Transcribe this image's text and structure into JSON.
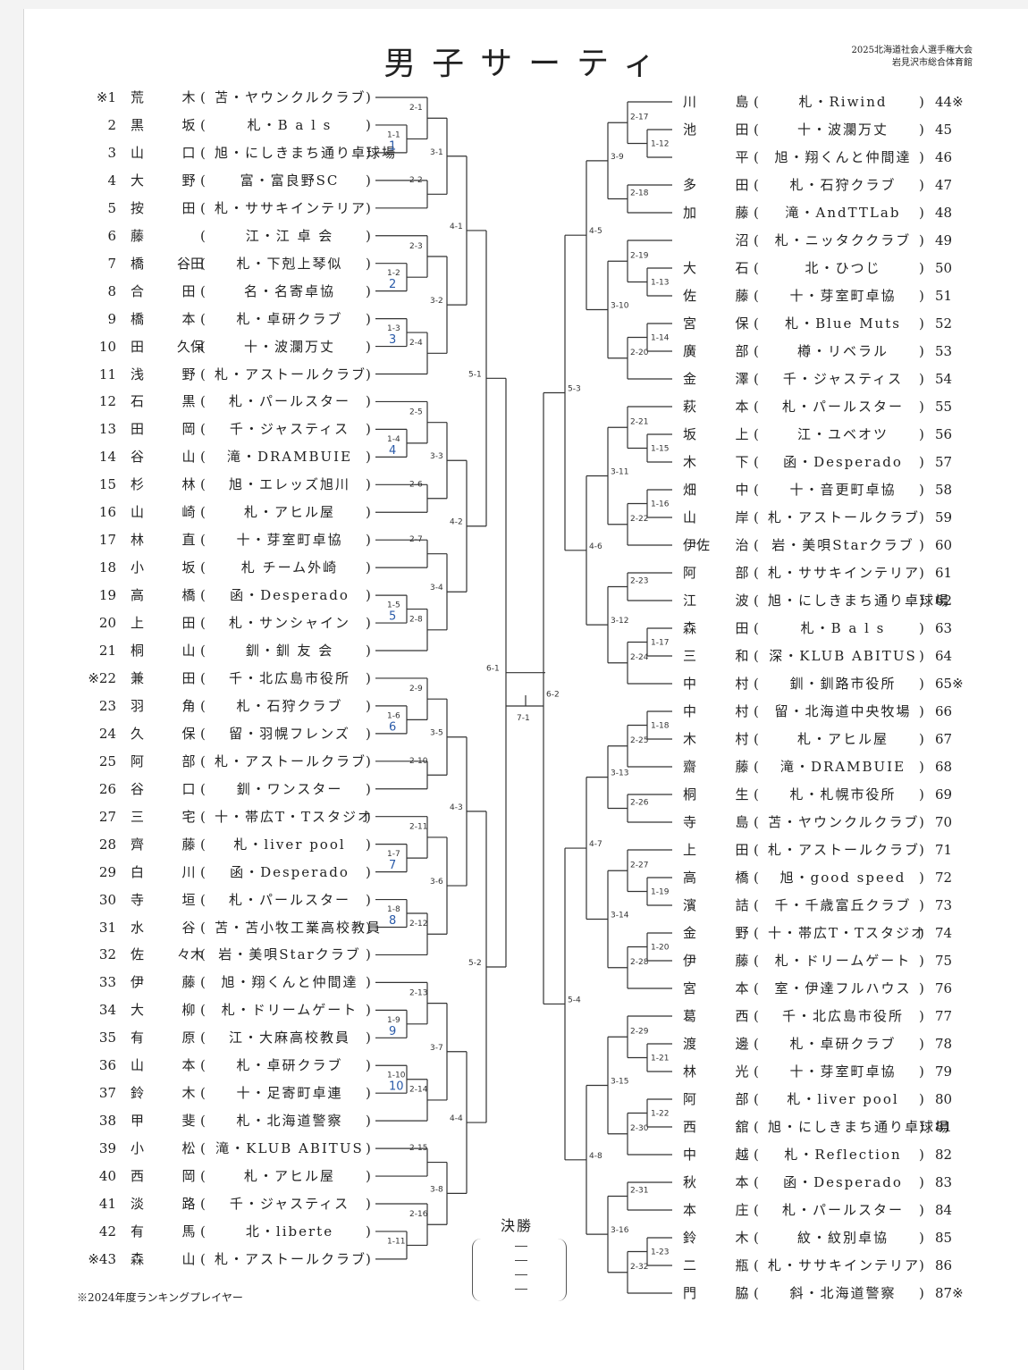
{
  "title": "男子サーティ",
  "event": "2025北海道社会人選手権大会",
  "venue": "岩見沢市総合体育館",
  "final_label": "決勝",
  "footnote": "※2024年度ランキングプレイヤー",
  "left_players": [
    {
      "num": "※1",
      "sur": "荒",
      "giv": "木",
      "aff": "苫・ヤウンクルクラブ"
    },
    {
      "num": "2",
      "sur": "黒",
      "giv": "坂",
      "aff": "札・B a l s"
    },
    {
      "num": "3",
      "sur": "山",
      "giv": "口",
      "aff": "旭・にしきまち通り卓球場"
    },
    {
      "num": "4",
      "sur": "大",
      "giv": "野",
      "aff": "富・富良野SC"
    },
    {
      "num": "5",
      "sur": "按",
      "giv": "田",
      "aff": "札・ササキインテリア"
    },
    {
      "num": "6",
      "sur": "藤",
      "giv": "",
      "aff": "江・江 卓 会"
    },
    {
      "num": "7",
      "sur": "橋",
      "giv": "谷田",
      "aff": "札・下剋上琴似"
    },
    {
      "num": "8",
      "sur": "合",
      "giv": "田",
      "aff": "名・名寄卓協"
    },
    {
      "num": "9",
      "sur": "橋",
      "giv": "本",
      "aff": "札・卓研クラブ"
    },
    {
      "num": "10",
      "sur": "田",
      "giv": "久保",
      "aff": "十・波瀾万丈"
    },
    {
      "num": "11",
      "sur": "浅",
      "giv": "野",
      "aff": "札・アストールクラブ"
    },
    {
      "num": "12",
      "sur": "石",
      "giv": "黒",
      "aff": "札・パールスター"
    },
    {
      "num": "13",
      "sur": "田",
      "giv": "岡",
      "aff": "千・ジャスティス"
    },
    {
      "num": "14",
      "sur": "谷",
      "giv": "山",
      "aff": "滝・DRAMBUIE"
    },
    {
      "num": "15",
      "sur": "杉",
      "giv": "林",
      "aff": "旭・エレッズ旭川"
    },
    {
      "num": "16",
      "sur": "山",
      "giv": "崎",
      "aff": "札・アヒル屋"
    },
    {
      "num": "17",
      "sur": "林",
      "giv": "直",
      "aff": "十・芽室町卓協"
    },
    {
      "num": "18",
      "sur": "小",
      "giv": "坂",
      "aff": "札 チーム外崎"
    },
    {
      "num": "19",
      "sur": "高",
      "giv": "橋",
      "aff": "函・Desperado"
    },
    {
      "num": "20",
      "sur": "上",
      "giv": "田",
      "aff": "札・サンシャイン"
    },
    {
      "num": "21",
      "sur": "桐",
      "giv": "山",
      "aff": "釧・釧 友 会"
    },
    {
      "num": "※22",
      "sur": "兼",
      "giv": "田",
      "aff": "千・北広島市役所"
    },
    {
      "num": "23",
      "sur": "羽",
      "giv": "角",
      "aff": "札・石狩クラブ"
    },
    {
      "num": "24",
      "sur": "久",
      "giv": "保",
      "aff": "留・羽幌フレンズ"
    },
    {
      "num": "25",
      "sur": "阿",
      "giv": "部",
      "aff": "札・アストールクラブ"
    },
    {
      "num": "26",
      "sur": "谷",
      "giv": "口",
      "aff": "釧・ワンスター"
    },
    {
      "num": "27",
      "sur": "三",
      "giv": "宅",
      "aff": "十・帯広T・Tスタジオ"
    },
    {
      "num": "28",
      "sur": "齊",
      "giv": "藤",
      "aff": "札・liver pool"
    },
    {
      "num": "29",
      "sur": "白",
      "giv": "川",
      "aff": "函・Desperado"
    },
    {
      "num": "30",
      "sur": "寺",
      "giv": "垣",
      "aff": "札・パールスター"
    },
    {
      "num": "31",
      "sur": "水",
      "giv": "谷",
      "aff": "苫・苫小牧工業高校教員"
    },
    {
      "num": "32",
      "sur": "佐",
      "giv": "々木",
      "aff": "岩・美唄Starクラブ"
    },
    {
      "num": "33",
      "sur": "伊",
      "giv": "藤",
      "aff": "旭・翔くんと仲間達"
    },
    {
      "num": "34",
      "sur": "大",
      "giv": "柳",
      "aff": "札・ドリームゲート"
    },
    {
      "num": "35",
      "sur": "有",
      "giv": "原",
      "aff": "江・大麻高校教員"
    },
    {
      "num": "36",
      "sur": "山",
      "giv": "本",
      "aff": "札・卓研クラブ"
    },
    {
      "num": "37",
      "sur": "鈴",
      "giv": "木",
      "aff": "十・足寄町卓連"
    },
    {
      "num": "38",
      "sur": "甲",
      "giv": "斐",
      "aff": "札・北海道警察"
    },
    {
      "num": "39",
      "sur": "小",
      "giv": "松",
      "aff": "滝・KLUB ABITUS"
    },
    {
      "num": "40",
      "sur": "西",
      "giv": "岡",
      "aff": "札・アヒル屋"
    },
    {
      "num": "41",
      "sur": "淡",
      "giv": "路",
      "aff": "千・ジャスティス"
    },
    {
      "num": "42",
      "sur": "有",
      "giv": "馬",
      "aff": "北・liberte"
    },
    {
      "num": "※43",
      "sur": "森",
      "giv": "山",
      "aff": "札・アストールクラブ"
    }
  ],
  "right_players": [
    {
      "num": "44※",
      "sur": "川",
      "giv": "島",
      "aff": "札・Riwind"
    },
    {
      "num": "45",
      "sur": "池",
      "giv": "田",
      "aff": "十・波瀾万丈"
    },
    {
      "num": "46",
      "sur": "",
      "giv": "平",
      "aff": "旭・翔くんと仲間達"
    },
    {
      "num": "47",
      "sur": "多",
      "giv": "田",
      "aff": "札・石狩クラブ"
    },
    {
      "num": "48",
      "sur": "加",
      "giv": "藤",
      "aff": "滝・AndTTLab"
    },
    {
      "num": "49",
      "sur": "",
      "giv": "沼",
      "aff": "札・ニッタククラブ"
    },
    {
      "num": "50",
      "sur": "大",
      "giv": "石",
      "aff": "北・ひつじ"
    },
    {
      "num": "51",
      "sur": "佐",
      "giv": "藤",
      "aff": "十・芽室町卓協"
    },
    {
      "num": "52",
      "sur": "宮",
      "giv": "保",
      "aff": "札・Blue Muts"
    },
    {
      "num": "53",
      "sur": "廣",
      "giv": "部",
      "aff": "樽・リベラル"
    },
    {
      "num": "54",
      "sur": "金",
      "giv": "澤",
      "aff": "千・ジャスティス"
    },
    {
      "num": "55",
      "sur": "萩",
      "giv": "本",
      "aff": "札・パールスター"
    },
    {
      "num": "56",
      "sur": "坂",
      "giv": "上",
      "aff": "江・ユベオツ"
    },
    {
      "num": "57",
      "sur": "木",
      "giv": "下",
      "aff": "函・Desperado"
    },
    {
      "num": "58",
      "sur": "畑",
      "giv": "中",
      "aff": "十・音更町卓協"
    },
    {
      "num": "59",
      "sur": "山",
      "giv": "岸",
      "aff": "札・アストールクラブ"
    },
    {
      "num": "60",
      "sur": "伊佐",
      "giv": "治",
      "aff": "岩・美唄Starクラブ"
    },
    {
      "num": "61",
      "sur": "阿",
      "giv": "部",
      "aff": "札・ササキインテリア"
    },
    {
      "num": "62",
      "sur": "江",
      "giv": "波",
      "aff": "旭・にしきまち通り卓球場"
    },
    {
      "num": "63",
      "sur": "森",
      "giv": "田",
      "aff": "札・B a l s"
    },
    {
      "num": "64",
      "sur": "三",
      "giv": "和",
      "aff": "深・KLUB ABITUS"
    },
    {
      "num": "65※",
      "sur": "中",
      "giv": "村",
      "aff": "釧・釧路市役所"
    },
    {
      "num": "66",
      "sur": "中",
      "giv": "村",
      "aff": "留・北海道中央牧場"
    },
    {
      "num": "67",
      "sur": "木",
      "giv": "村",
      "aff": "札・アヒル屋"
    },
    {
      "num": "68",
      "sur": "齋",
      "giv": "藤",
      "aff": "滝・DRAMBUIE"
    },
    {
      "num": "69",
      "sur": "桐",
      "giv": "生",
      "aff": "札・札幌市役所"
    },
    {
      "num": "70",
      "sur": "寺",
      "giv": "島",
      "aff": "苫・ヤウンクルクラブ"
    },
    {
      "num": "71",
      "sur": "上",
      "giv": "田",
      "aff": "札・アストールクラブ"
    },
    {
      "num": "72",
      "sur": "高",
      "giv": "橋",
      "aff": "旭・good speed"
    },
    {
      "num": "73",
      "sur": "濱",
      "giv": "詰",
      "aff": "千・千歳富丘クラブ"
    },
    {
      "num": "74",
      "sur": "金",
      "giv": "野",
      "aff": "十・帯広T・Tスタジオ"
    },
    {
      "num": "75",
      "sur": "伊",
      "giv": "藤",
      "aff": "札・ドリームゲート"
    },
    {
      "num": "76",
      "sur": "宮",
      "giv": "本",
      "aff": "室・伊達フルハウス"
    },
    {
      "num": "77",
      "sur": "葛",
      "giv": "西",
      "aff": "千・北広島市役所"
    },
    {
      "num": "78",
      "sur": "渡",
      "giv": "邊",
      "aff": "札・卓研クラブ"
    },
    {
      "num": "79",
      "sur": "林",
      "giv": "光",
      "aff": "十・芽室町卓協"
    },
    {
      "num": "80",
      "sur": "阿",
      "giv": "部",
      "aff": "札・liver pool"
    },
    {
      "num": "81",
      "sur": "西",
      "giv": "舘",
      "aff": "旭・にしきまち通り卓球場"
    },
    {
      "num": "82",
      "sur": "中",
      "giv": "越",
      "aff": "札・Reflection"
    },
    {
      "num": "83",
      "sur": "秋",
      "giv": "本",
      "aff": "函・Desperado"
    },
    {
      "num": "84",
      "sur": "本",
      "giv": "庄",
      "aff": "札・パールスター"
    },
    {
      "num": "85",
      "sur": "鈴",
      "giv": "木",
      "aff": "紋・紋別卓協"
    },
    {
      "num": "86",
      "sur": "二",
      "giv": "瓶",
      "aff": "札・ササキインテリア"
    },
    {
      "num": "87※",
      "sur": "門",
      "giv": "脇",
      "aff": "斜・北海道警察"
    }
  ],
  "blue_numbers": [
    "1",
    "2",
    "3",
    "4",
    "5",
    "6",
    "7",
    "8",
    "9",
    "10"
  ]
}
